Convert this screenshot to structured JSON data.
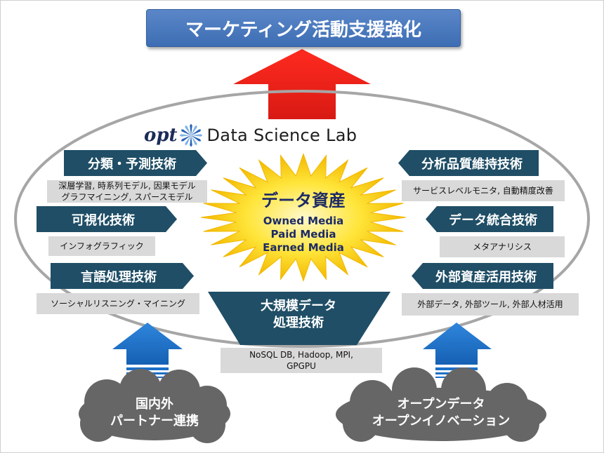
{
  "title": "マーケティング活動支援強化",
  "logo": {
    "brand": "opt",
    "lab": "Data Science Lab"
  },
  "center": {
    "title": "データ資産",
    "lines": [
      "Owned Media",
      "Paid Media",
      "Earned Media"
    ]
  },
  "left": [
    {
      "label": "分類・予測技術",
      "detail": [
        "深層学習, 時系列モデル, 因果モデル",
        "グラフマイニング, スパースモデル"
      ]
    },
    {
      "label": "可視化技術",
      "detail": [
        "インフォグラフィック"
      ]
    },
    {
      "label": "言語処理技術",
      "detail": [
        "ソーシャルリスニング・マイニング"
      ]
    }
  ],
  "right": [
    {
      "label": "分析品質維持技術",
      "detail": [
        "サービスレベルモニタ, 自動精度改善"
      ]
    },
    {
      "label": "データ統合技術",
      "detail": [
        "メタアナリシス"
      ]
    },
    {
      "label": "外部資産活用技術",
      "detail": [
        "外部データ, 外部ツール, 外部人材活用"
      ]
    }
  ],
  "bigdata": {
    "label": [
      "大規模データ",
      "処理技術"
    ],
    "detail": [
      "NoSQL DB, Hadoop, MPI,",
      "GPGPU"
    ]
  },
  "clouds": {
    "left": [
      "国内外",
      "パートナー連携"
    ],
    "right": [
      "オープンデータ",
      "オープンイノベーション"
    ]
  },
  "colors": {
    "title_bg": "#4a7abf",
    "tech_bg": "#1f4e66",
    "up_arrow_red": "#e8231c",
    "up_arrow_blue": "#1c6fc6",
    "star_yellow": "#f7d000",
    "cloud_gray": "#666666",
    "ellipse_gray": "#a6a6a6",
    "detail_bg": "#d9d9d9"
  }
}
